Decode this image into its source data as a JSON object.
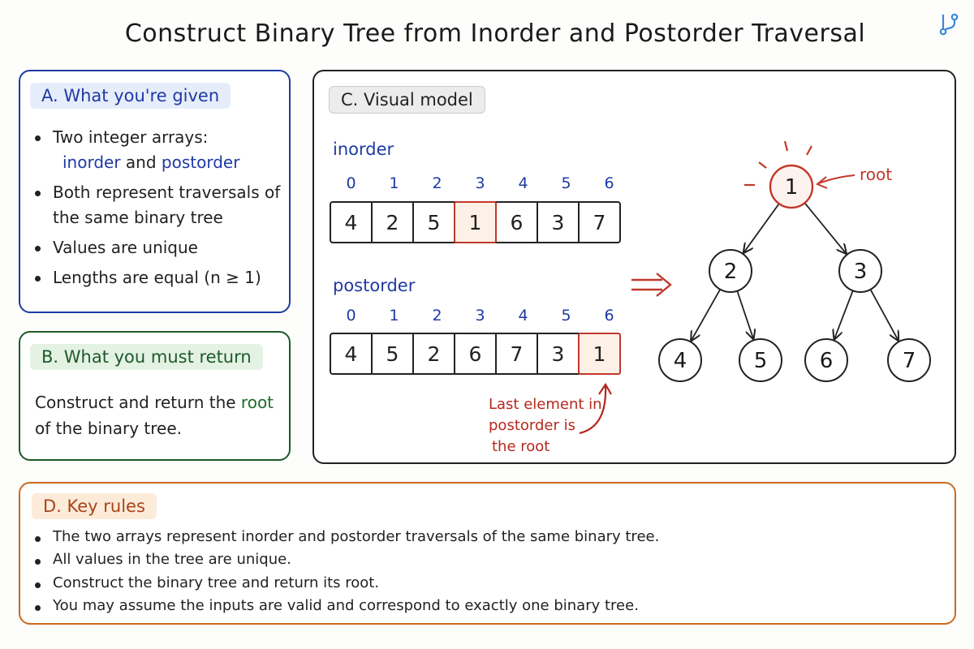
{
  "title": "Construct Binary Tree from Inorder and Postorder Traversal",
  "corner_icon": "branch-icon",
  "panel_a": {
    "heading": "A. What you're given",
    "bullets": [
      {
        "pre": "Two integer arrays:",
        "hl1": "inorder",
        "mid": "and",
        "hl2": "postorder"
      },
      {
        "text": "Both represent traversals of the same binary tree"
      },
      {
        "text": "Values are unique"
      },
      {
        "text": "Lengths are equal (n ≥ 1)"
      }
    ]
  },
  "panel_b": {
    "heading": "B. What you must return",
    "text_pre": "Construct and return the",
    "text_hl": "root",
    "text_post": "of the binary tree."
  },
  "panel_c": {
    "heading": "C. Visual model",
    "inorder": {
      "label": "inorder",
      "indices": [
        "0",
        "1",
        "2",
        "3",
        "4",
        "5",
        "6"
      ],
      "values": [
        "4",
        "2",
        "5",
        "1",
        "6",
        "3",
        "7"
      ],
      "highlight_index": 3
    },
    "postorder": {
      "label": "postorder",
      "indices": [
        "0",
        "1",
        "2",
        "3",
        "4",
        "5",
        "6"
      ],
      "values": [
        "4",
        "5",
        "2",
        "6",
        "7",
        "3",
        "1"
      ],
      "highlight_index": 6
    },
    "note_lines": [
      "Last element in",
      "postorder is",
      "the root"
    ],
    "root_label": "root",
    "tree": {
      "nodes": [
        {
          "id": "n1",
          "value": "1",
          "root": true
        },
        {
          "id": "n2",
          "value": "2"
        },
        {
          "id": "n3",
          "value": "3"
        },
        {
          "id": "n4",
          "value": "4"
        },
        {
          "id": "n5",
          "value": "5"
        },
        {
          "id": "n6",
          "value": "6"
        },
        {
          "id": "n7",
          "value": "7"
        }
      ],
      "edges": [
        [
          "n1",
          "n2"
        ],
        [
          "n1",
          "n3"
        ],
        [
          "n2",
          "n4"
        ],
        [
          "n2",
          "n5"
        ],
        [
          "n3",
          "n6"
        ],
        [
          "n3",
          "n7"
        ]
      ]
    }
  },
  "panel_d": {
    "heading": "D. Key rules",
    "bullets": [
      "The two arrays represent inorder and postorder traversals of the same binary tree.",
      "All values in the tree are unique.",
      "Construct the binary tree and return its root.",
      "You may assume the inputs are valid and correspond to exactly one binary tree."
    ]
  },
  "colors": {
    "blue": "#1f3aa3",
    "green": "#1d6b2a",
    "red": "#c0392b",
    "orange": "#c96a1e"
  }
}
